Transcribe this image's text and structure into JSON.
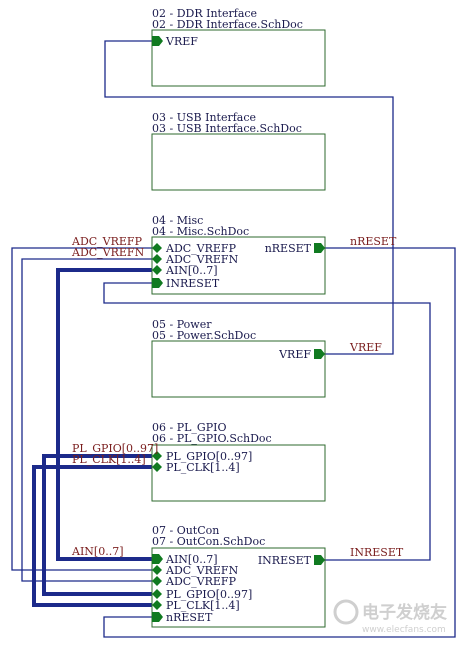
{
  "sheets": [
    {
      "id": "ddr",
      "title": "02 - DDR Interface",
      "file": "02 - DDR Interface.SchDoc"
    },
    {
      "id": "usb",
      "title": "03 - USB Interface",
      "file": "03 - USB Interface.SchDoc"
    },
    {
      "id": "misc",
      "title": "04 - Misc",
      "file": "04 - Misc.SchDoc"
    },
    {
      "id": "power",
      "title": "05 - Power",
      "file": "05 - Power.SchDoc"
    },
    {
      "id": "plgpio",
      "title": "06 - PL_GPIO",
      "file": "06 - PL_GPIO.SchDoc"
    },
    {
      "id": "outcon",
      "title": "07 - OutCon",
      "file": "07 - OutCon.SchDoc"
    }
  ],
  "ports": {
    "ddr_vref": "VREF",
    "misc_adc_vrefp": "ADC_VREFP",
    "misc_adc_vrefn": "ADC_VREFN",
    "misc_ain": "AIN[0..7]",
    "misc_inreset": "INRESET",
    "misc_nreset": "nRESET",
    "power_vref": "VREF",
    "plgpio_gpio": "PL_GPIO[0..97]",
    "plgpio_clk": "PL_CLK[1..4]",
    "outcon_ain": "AIN[0..7]",
    "outcon_adc_vrefn": "ADC_VREFN",
    "outcon_adc_vrefp": "ADC_VREFP",
    "outcon_gpio": "PL_GPIO[0..97]",
    "outcon_clk": "PL_CLK[1..4]",
    "outcon_nreset": "nRESET",
    "outcon_inreset": "INRESET"
  },
  "net_labels": {
    "adc_vrefp": "ADC_VREFP",
    "adc_vrefn": "ADC_VREFN",
    "nreset": "nRESET",
    "vref": "VREF",
    "pl_gpio": "PL_GPIO[0..97]",
    "pl_clk": "PL_CLK[1..4]",
    "ain": "AIN[0..7]",
    "inreset": "INRESET"
  },
  "watermark": {
    "main": "电子发烧友",
    "sub": "www.elecfans.com"
  },
  "colors": {
    "box_border": "#2e6a2e",
    "wire": "#1c2a8a",
    "entry": "#107a20",
    "net_label": "#7a1e1e",
    "text": "#1a1a4d"
  }
}
